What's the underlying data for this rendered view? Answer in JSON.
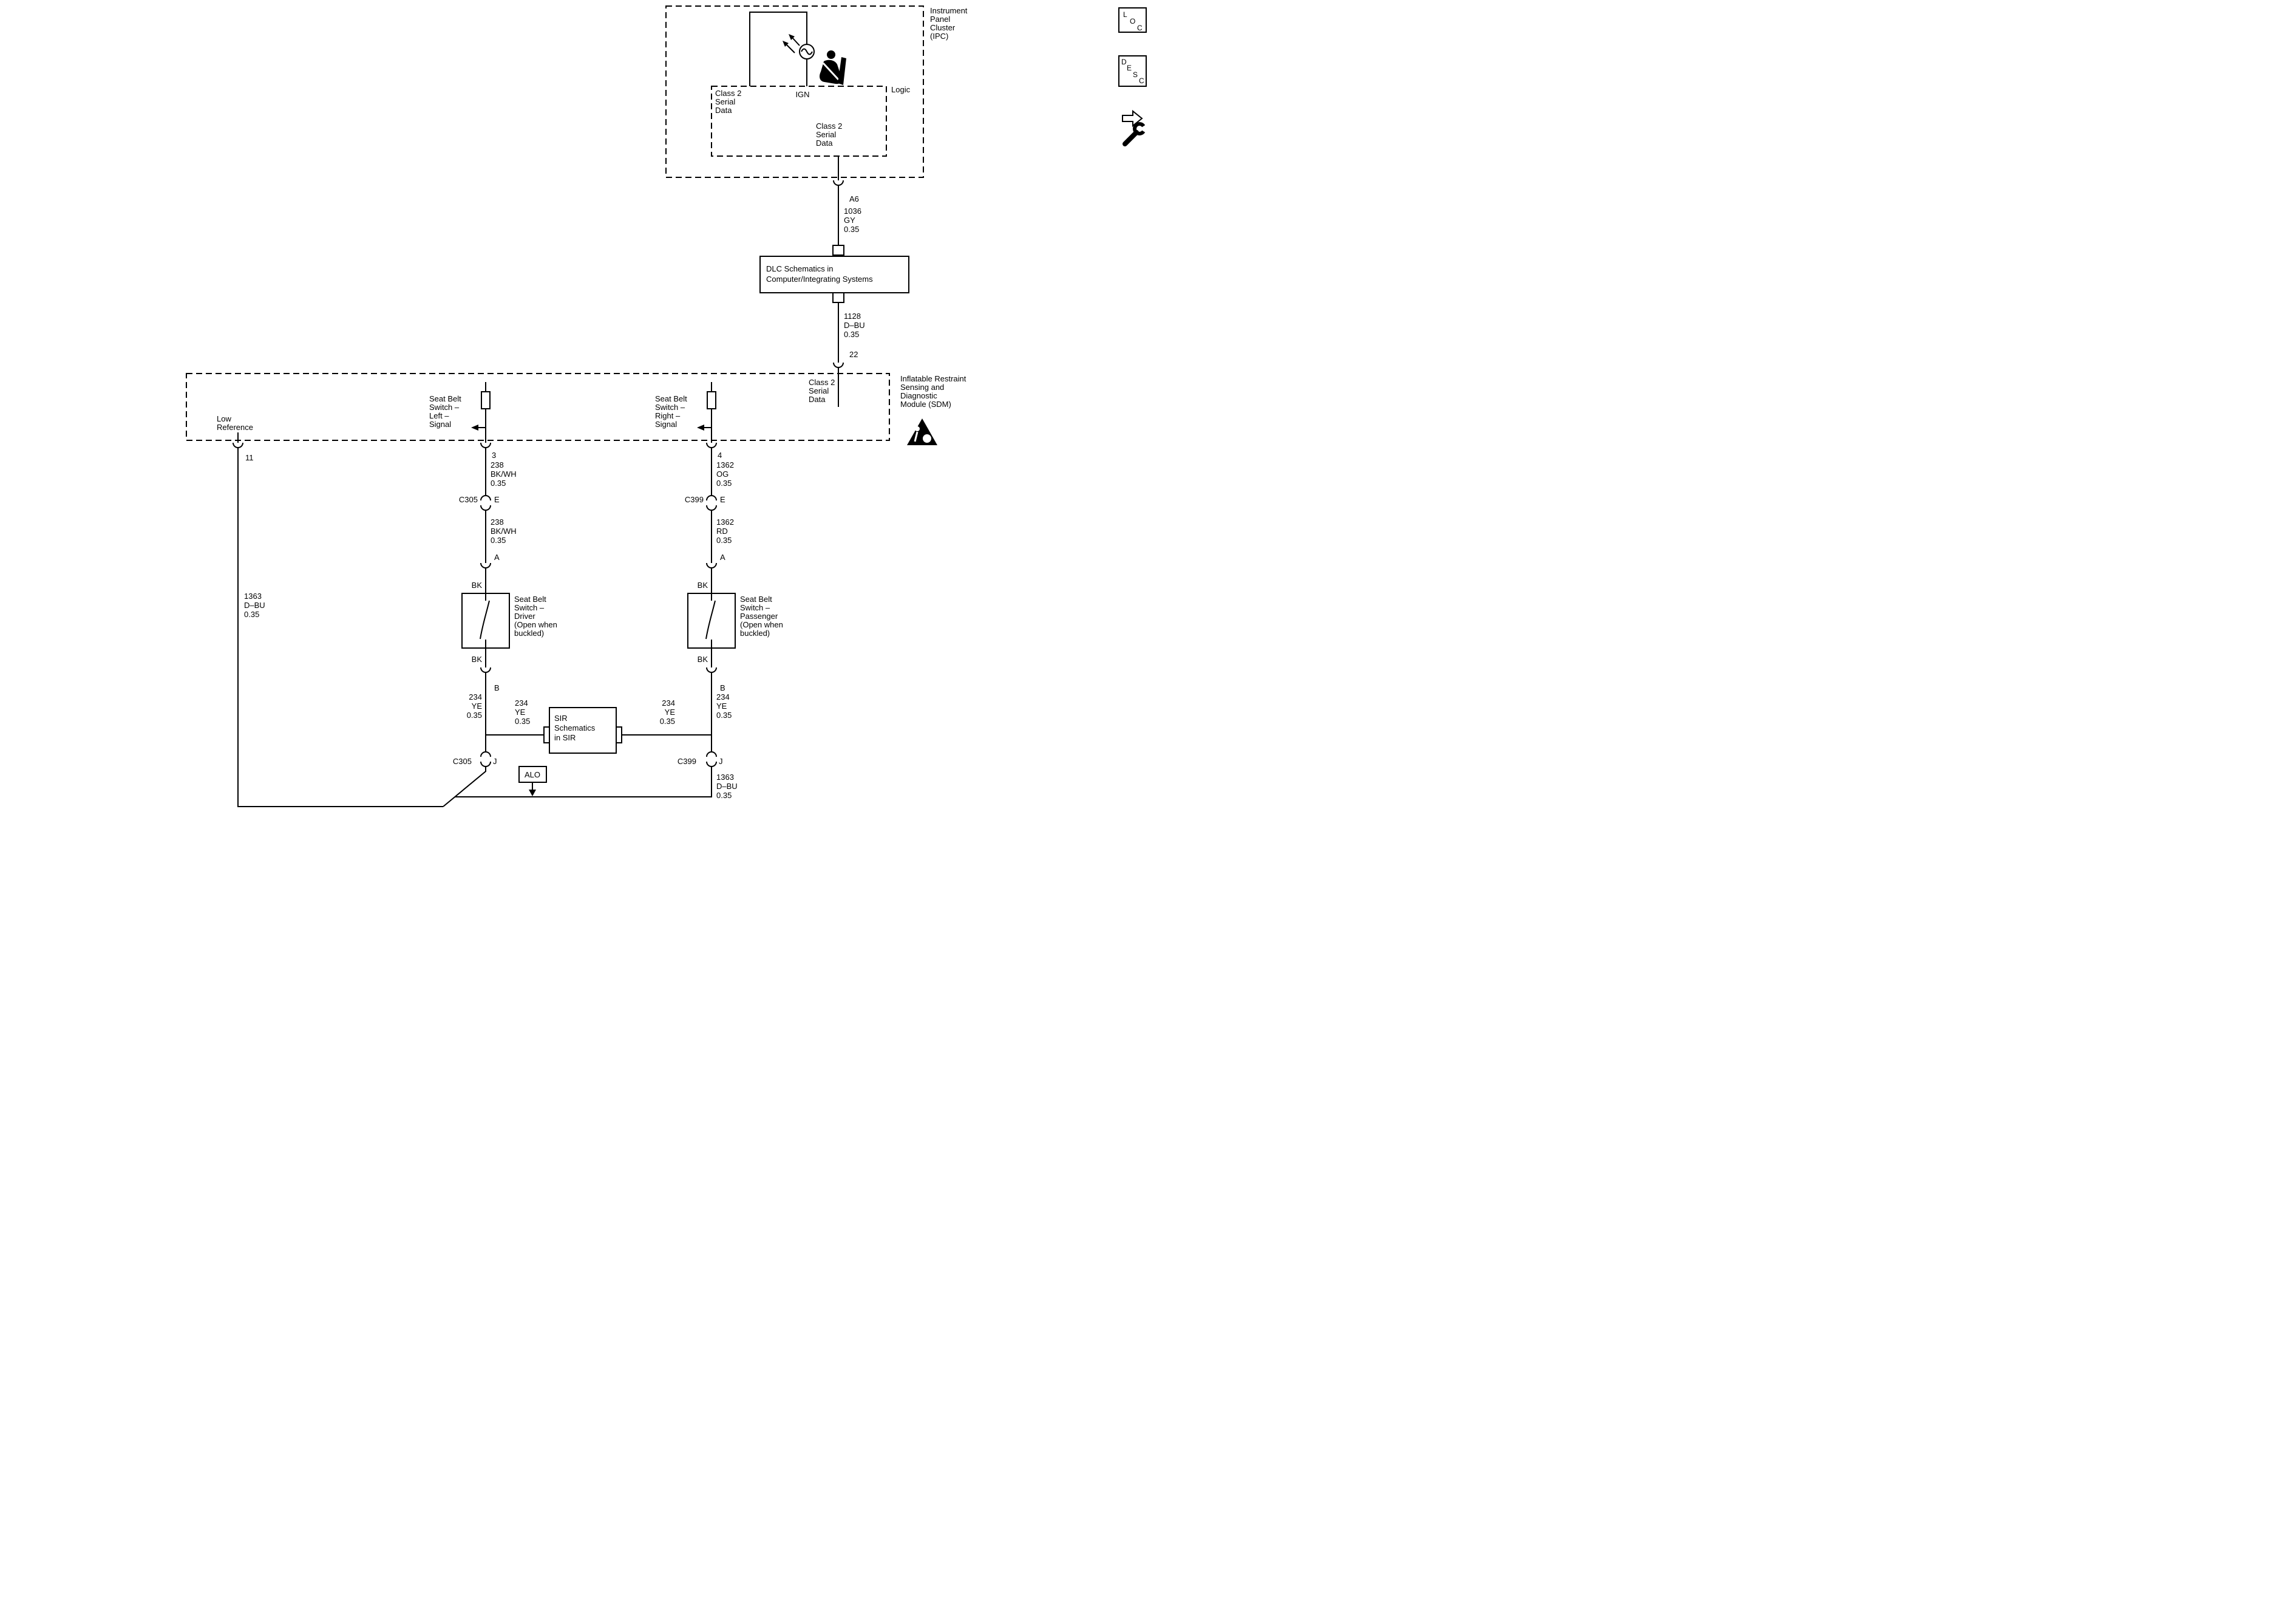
{
  "colors": {
    "ink": "#000000",
    "paper": "#ffffff"
  },
  "toolbar": {
    "loc": [
      "L",
      "O",
      "C"
    ],
    "desc": [
      "D",
      "E",
      "S",
      "C"
    ]
  },
  "ipc": {
    "title": [
      "Instrument",
      "Panel",
      "Cluster",
      "(IPC)"
    ],
    "logic": "Logic",
    "ign": "IGN",
    "class2_left": [
      "Class 2",
      "Serial",
      "Data"
    ],
    "class2_right": [
      "Class 2",
      "Serial",
      "Data"
    ]
  },
  "class2": {
    "pin_ipc": "A6",
    "wire_upper": [
      "1036",
      "GY",
      "0.35"
    ],
    "dlc_box": [
      "DLC Schematics in",
      "Computer/Integrating Systems"
    ],
    "wire_lower": [
      "1128",
      "D–BU",
      "0.35"
    ],
    "pin_sdm": "22"
  },
  "sdm": {
    "title": [
      "Inflatable Restraint",
      "Sensing and",
      "Diagnostic",
      "Module (SDM)"
    ],
    "class2": [
      "Class 2",
      "Serial",
      "Data"
    ],
    "low_reference": [
      "Low",
      "Reference"
    ],
    "left_signal": [
      "Seat Belt",
      "Switch –",
      "Left –",
      "Signal"
    ],
    "right_signal": [
      "Seat Belt",
      "Switch –",
      "Right –",
      "Signal"
    ],
    "pin_low": "11",
    "pin_left": "3",
    "pin_right": "4"
  },
  "driver": {
    "wire_upper": [
      "238",
      "BK/WH",
      "0.35"
    ],
    "conn_top": {
      "name": "C305",
      "pin": "E"
    },
    "wire_lower": [
      "238",
      "BK/WH",
      "0.35"
    ],
    "pin_a": "A",
    "bk_top": "BK",
    "switch_label": [
      "Seat Belt",
      "Switch –",
      "Driver",
      "(Open when",
      "buckled)"
    ],
    "bk_bottom": "BK",
    "pin_b": "B",
    "wire_b": [
      "234",
      "YE",
      "0.35"
    ],
    "branch": [
      "234",
      "YE",
      "0.35"
    ],
    "conn_bottom": {
      "name": "C305",
      "pin": "J"
    }
  },
  "passenger": {
    "wire_upper": [
      "1362",
      "OG",
      "0.35"
    ],
    "conn_top": {
      "name": "C399",
      "pin": "E"
    },
    "wire_lower": [
      "1362",
      "RD",
      "0.35"
    ],
    "pin_a": "A",
    "bk_top": "BK",
    "switch_label": [
      "Seat Belt",
      "Switch –",
      "Passenger",
      "(Open when",
      "buckled)"
    ],
    "bk_bottom": "BK",
    "pin_b": "B",
    "wire_b": [
      "234",
      "YE",
      "0.35"
    ],
    "branch": [
      "234",
      "YE",
      "0.35"
    ],
    "conn_bottom": {
      "name": "C399",
      "pin": "J"
    },
    "wire_low": [
      "1363",
      "D–BU",
      "0.35"
    ]
  },
  "low_wire": [
    "1363",
    "D–BU",
    "0.35"
  ],
  "sir": [
    "SIR",
    "Schematics",
    "in SIR"
  ],
  "alo": "ALO"
}
